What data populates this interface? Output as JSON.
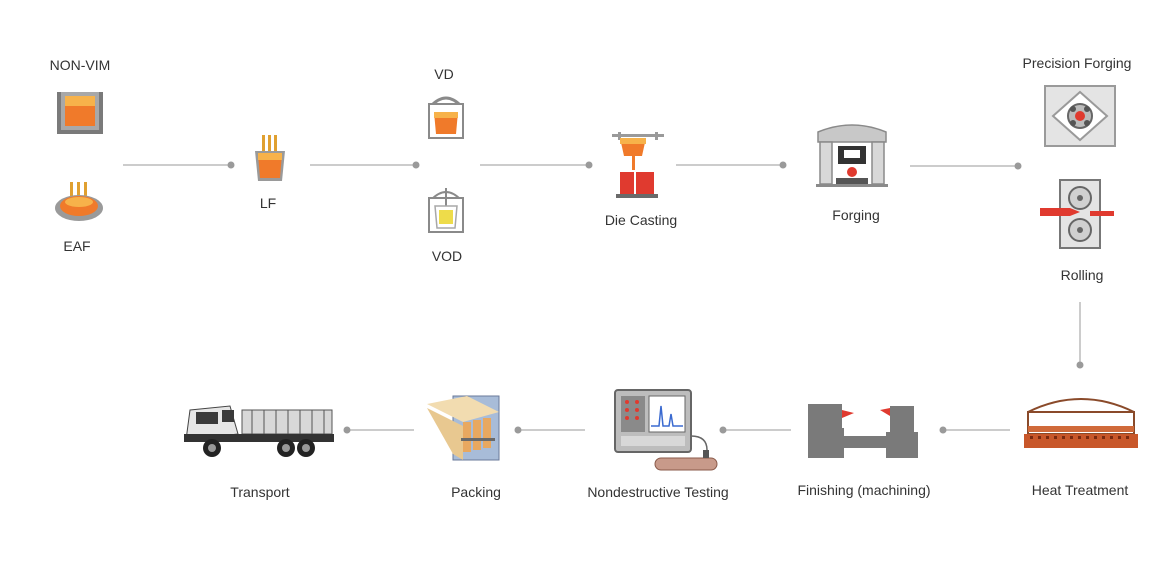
{
  "steps": {
    "non_vim": "NON-VIM",
    "eaf": "EAF",
    "lf": "LF",
    "vd": "VD",
    "vod": "VOD",
    "die_casting": "Die Casting",
    "forging": "Forging",
    "precision_forging": "Precision Forging",
    "rolling": "Rolling",
    "heat_treatment": "Heat Treatment",
    "finishing": "Finishing (machining)",
    "ndt": "Nondestructive Testing",
    "packing": "Packing",
    "transport": "Transport"
  },
  "icons": {
    "non_vim": "induction-furnace-icon",
    "eaf": "electric-arc-furnace-icon",
    "lf": "ladle-furnace-icon",
    "vd": "vacuum-degassing-icon",
    "vod": "vacuum-oxygen-decarburization-icon",
    "die_casting": "die-casting-icon",
    "forging": "forging-press-icon",
    "precision_forging": "precision-forging-icon",
    "rolling": "rolling-mill-icon",
    "heat_treatment": "heat-treatment-furnace-icon",
    "finishing": "machining-lathe-icon",
    "ndt": "ultrasonic-tester-icon",
    "packing": "packed-bars-icon",
    "transport": "truck-icon"
  },
  "colors": {
    "molten": "#f07a2a",
    "molten_light": "#f7b24a",
    "red": "#e03a2f",
    "steel": "#8a8a8a",
    "line": "#9a9a9a"
  }
}
